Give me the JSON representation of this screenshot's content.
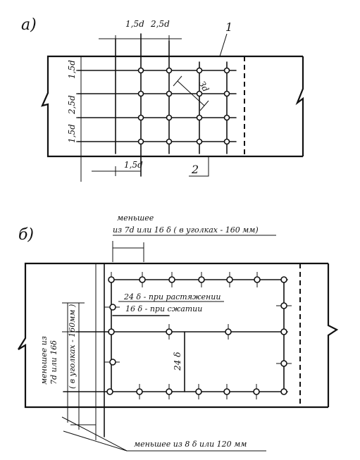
{
  "figure_a": {
    "label": "а)",
    "dims": {
      "top_1_5d": "1,5d",
      "top_2_5d": "2,5d",
      "left_1_5d_top": "1,5d",
      "left_2_5d": "2,5d",
      "left_1_5d_bottom": "1,5d",
      "diag_3d": "3d",
      "bottom_1_5d": "1,5d"
    },
    "callout_1": "1",
    "callout_2": "2"
  },
  "figure_b": {
    "label": "б)",
    "top_note_line1": "меньшее",
    "top_note_line2": "из 7d или 16 δ ( в уголках - 160 мм)",
    "tension_note": "24 δ - при растяжении",
    "compression_note": "16 δ - при сжатии",
    "vertical_dim": "24 δ",
    "left_note_line1": "меньшее из",
    "left_note_line2": "7d или 16δ",
    "left_note_line3": "( в уголках - 160мм )",
    "bottom_note": "меньшее из 8 δ или 120 мм"
  }
}
